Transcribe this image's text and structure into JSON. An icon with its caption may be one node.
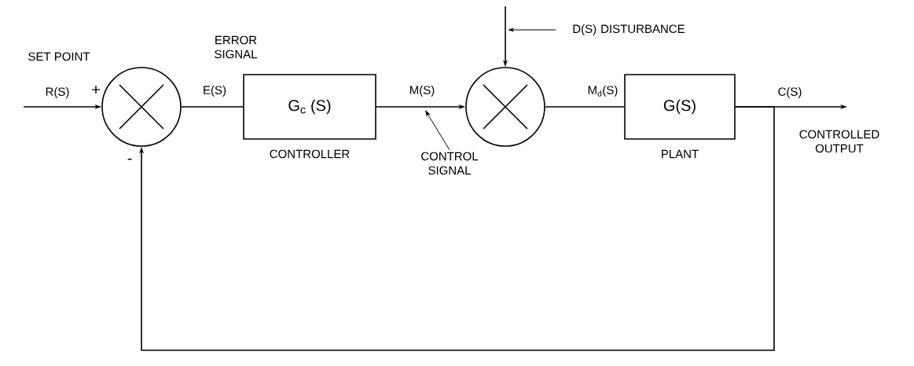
{
  "diagram": {
    "nodes": [
      {
        "text": [],
        "shape": "circle"
      },
      {
        "text": [
          "G$_{c}$ (S)"
        ],
        "beside": [
          "CONTROLLER"
        ]
      },
      {
        "text": [],
        "shape": "circle"
      },
      {
        "text": [
          "G(S)"
        ],
        "beside": [
          "PLANT"
        ]
      },
      {
        "text": [
          "D(S) DISTURBANCE"
        ]
      },
      {
        "text": [
          "CONTROL SIGNAL"
        ]
      }
    ],
    "edges": [
      {
        "from": null,
        "to": 0,
        "arrow": "to",
        "label": "R(S)"
      },
      {
        "from": 0,
        "to": 1,
        "arrow": "none",
        "label": "E(S)"
      },
      {
        "from": 1,
        "to": 2,
        "arrow": "to",
        "label": "M(S)"
      },
      {
        "from": null,
        "to": 2,
        "arrow": "to"
      },
      {
        "from": 4,
        "to": null,
        "arrow": "to"
      },
      {
        "from": 5,
        "to": null,
        "arrow": "to"
      },
      {
        "from": 2,
        "to": 3,
        "arrow": "none",
        "label": "M$_{d}$(S)"
      },
      {
        "from": 3,
        "to": null,
        "arrow": "to",
        "label": "C(S)"
      },
      {
        "from": 3,
        "to": 0,
        "arrow": "to"
      }
    ],
    "labels": [
      "SET POINT",
      "+",
      "ERROR SIGNAL",
      "-",
      "CONTROLLED OUTPUT"
    ]
  }
}
